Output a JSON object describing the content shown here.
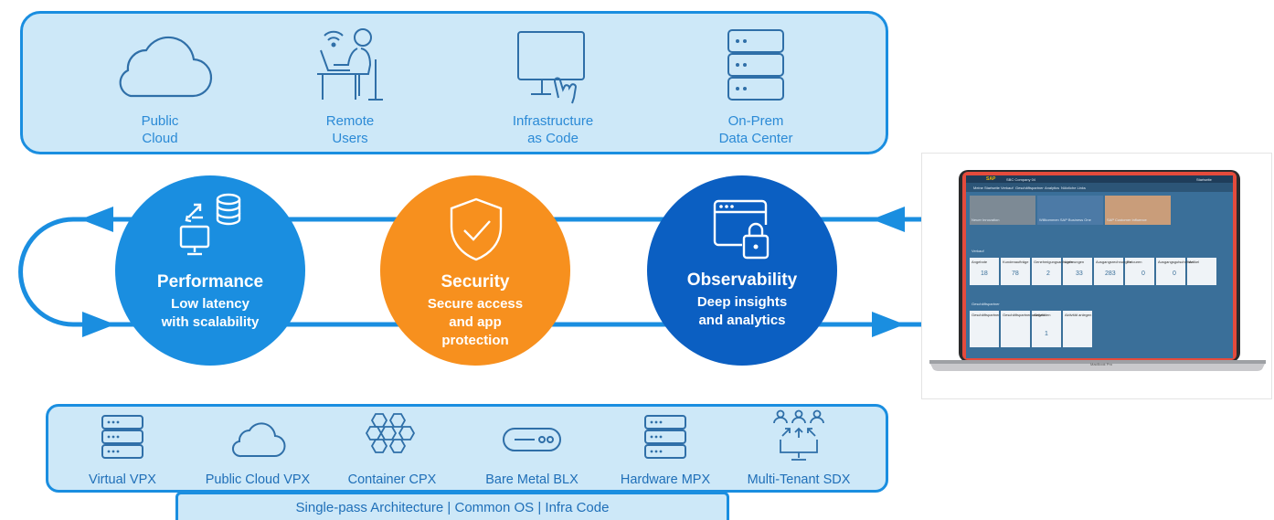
{
  "top_panel": {
    "items": [
      {
        "label": "Public\nCloud",
        "icon": "cloud-icon"
      },
      {
        "label": "Remote\nUsers",
        "icon": "remote-user-icon"
      },
      {
        "label": "Infrastructure\nas Code",
        "icon": "monitor-touch-icon"
      },
      {
        "label": "On-Prem\nData Center",
        "icon": "server-rack-icon"
      }
    ]
  },
  "pillars": [
    {
      "title": "Performance",
      "subtitle": "Low latency\nwith scalability",
      "color": "#1a8ee0",
      "icon": "database-transfer-icon"
    },
    {
      "title": "Security",
      "subtitle": "Secure access\nand app\nprotection",
      "color": "#f7901e",
      "icon": "shield-check-icon"
    },
    {
      "title": "Observability",
      "subtitle": "Deep insights\nand analytics",
      "color": "#0b5fc2",
      "icon": "browser-lock-icon"
    }
  ],
  "laptop": {
    "brand": "SAP",
    "company": "SBC Company 04",
    "page": "Startseite",
    "tabs": [
      "Meine Startseite",
      "Verkauf",
      "Geschäftspartner",
      "Analytics",
      "Nützliche Links"
    ],
    "banners": [
      "Neuer Innovation",
      "Willkommen SAP Business One",
      "SAP Customer Influence"
    ],
    "section_sales": "Verkauf",
    "tiles": [
      {
        "label": "Angebote",
        "value": "18"
      },
      {
        "label": "Kundenaufträge",
        "value": "78"
      },
      {
        "label": "Genehmigungsanfragen",
        "value": "2"
      },
      {
        "label": "Lieferungen",
        "value": "33"
      },
      {
        "label": "Ausgangsrechnungen",
        "value": "283"
      },
      {
        "label": "Retouren",
        "value": "0"
      },
      {
        "label": "Ausgangsgutschriften",
        "value": "0"
      },
      {
        "label": "Artikel",
        "value": ""
      }
    ],
    "section_bp": "Geschäftspartner",
    "bp_tiles": [
      {
        "label": "Geschäftspartner",
        "value": ""
      },
      {
        "label": "Geschäftspartner anlegen",
        "value": ""
      },
      {
        "label": "Aktivitäten",
        "value": "1"
      },
      {
        "label": "Aktivität anlegen",
        "value": ""
      }
    ],
    "model": "MacBook Pro"
  },
  "bottom_panel": {
    "items": [
      {
        "label": "Virtual VPX",
        "icon": "server-stack-icon"
      },
      {
        "label": "Public Cloud VPX",
        "icon": "cloud-icon"
      },
      {
        "label": "Container CPX",
        "icon": "hexagon-grid-icon"
      },
      {
        "label": "Bare Metal BLX",
        "icon": "hardware-unit-icon"
      },
      {
        "label": "Hardware MPX",
        "icon": "server-stack-icon"
      },
      {
        "label": "Multi-Tenant SDX",
        "icon": "multi-tenant-icon"
      }
    ]
  },
  "footer": {
    "text": "Single-pass Architecture | Common OS | Infra Code"
  },
  "colors": {
    "panel_fill": "#cde8f8",
    "panel_border": "#1a8ee0",
    "icon_stroke": "#2f6fa8",
    "flow": "#1a8ee0"
  }
}
